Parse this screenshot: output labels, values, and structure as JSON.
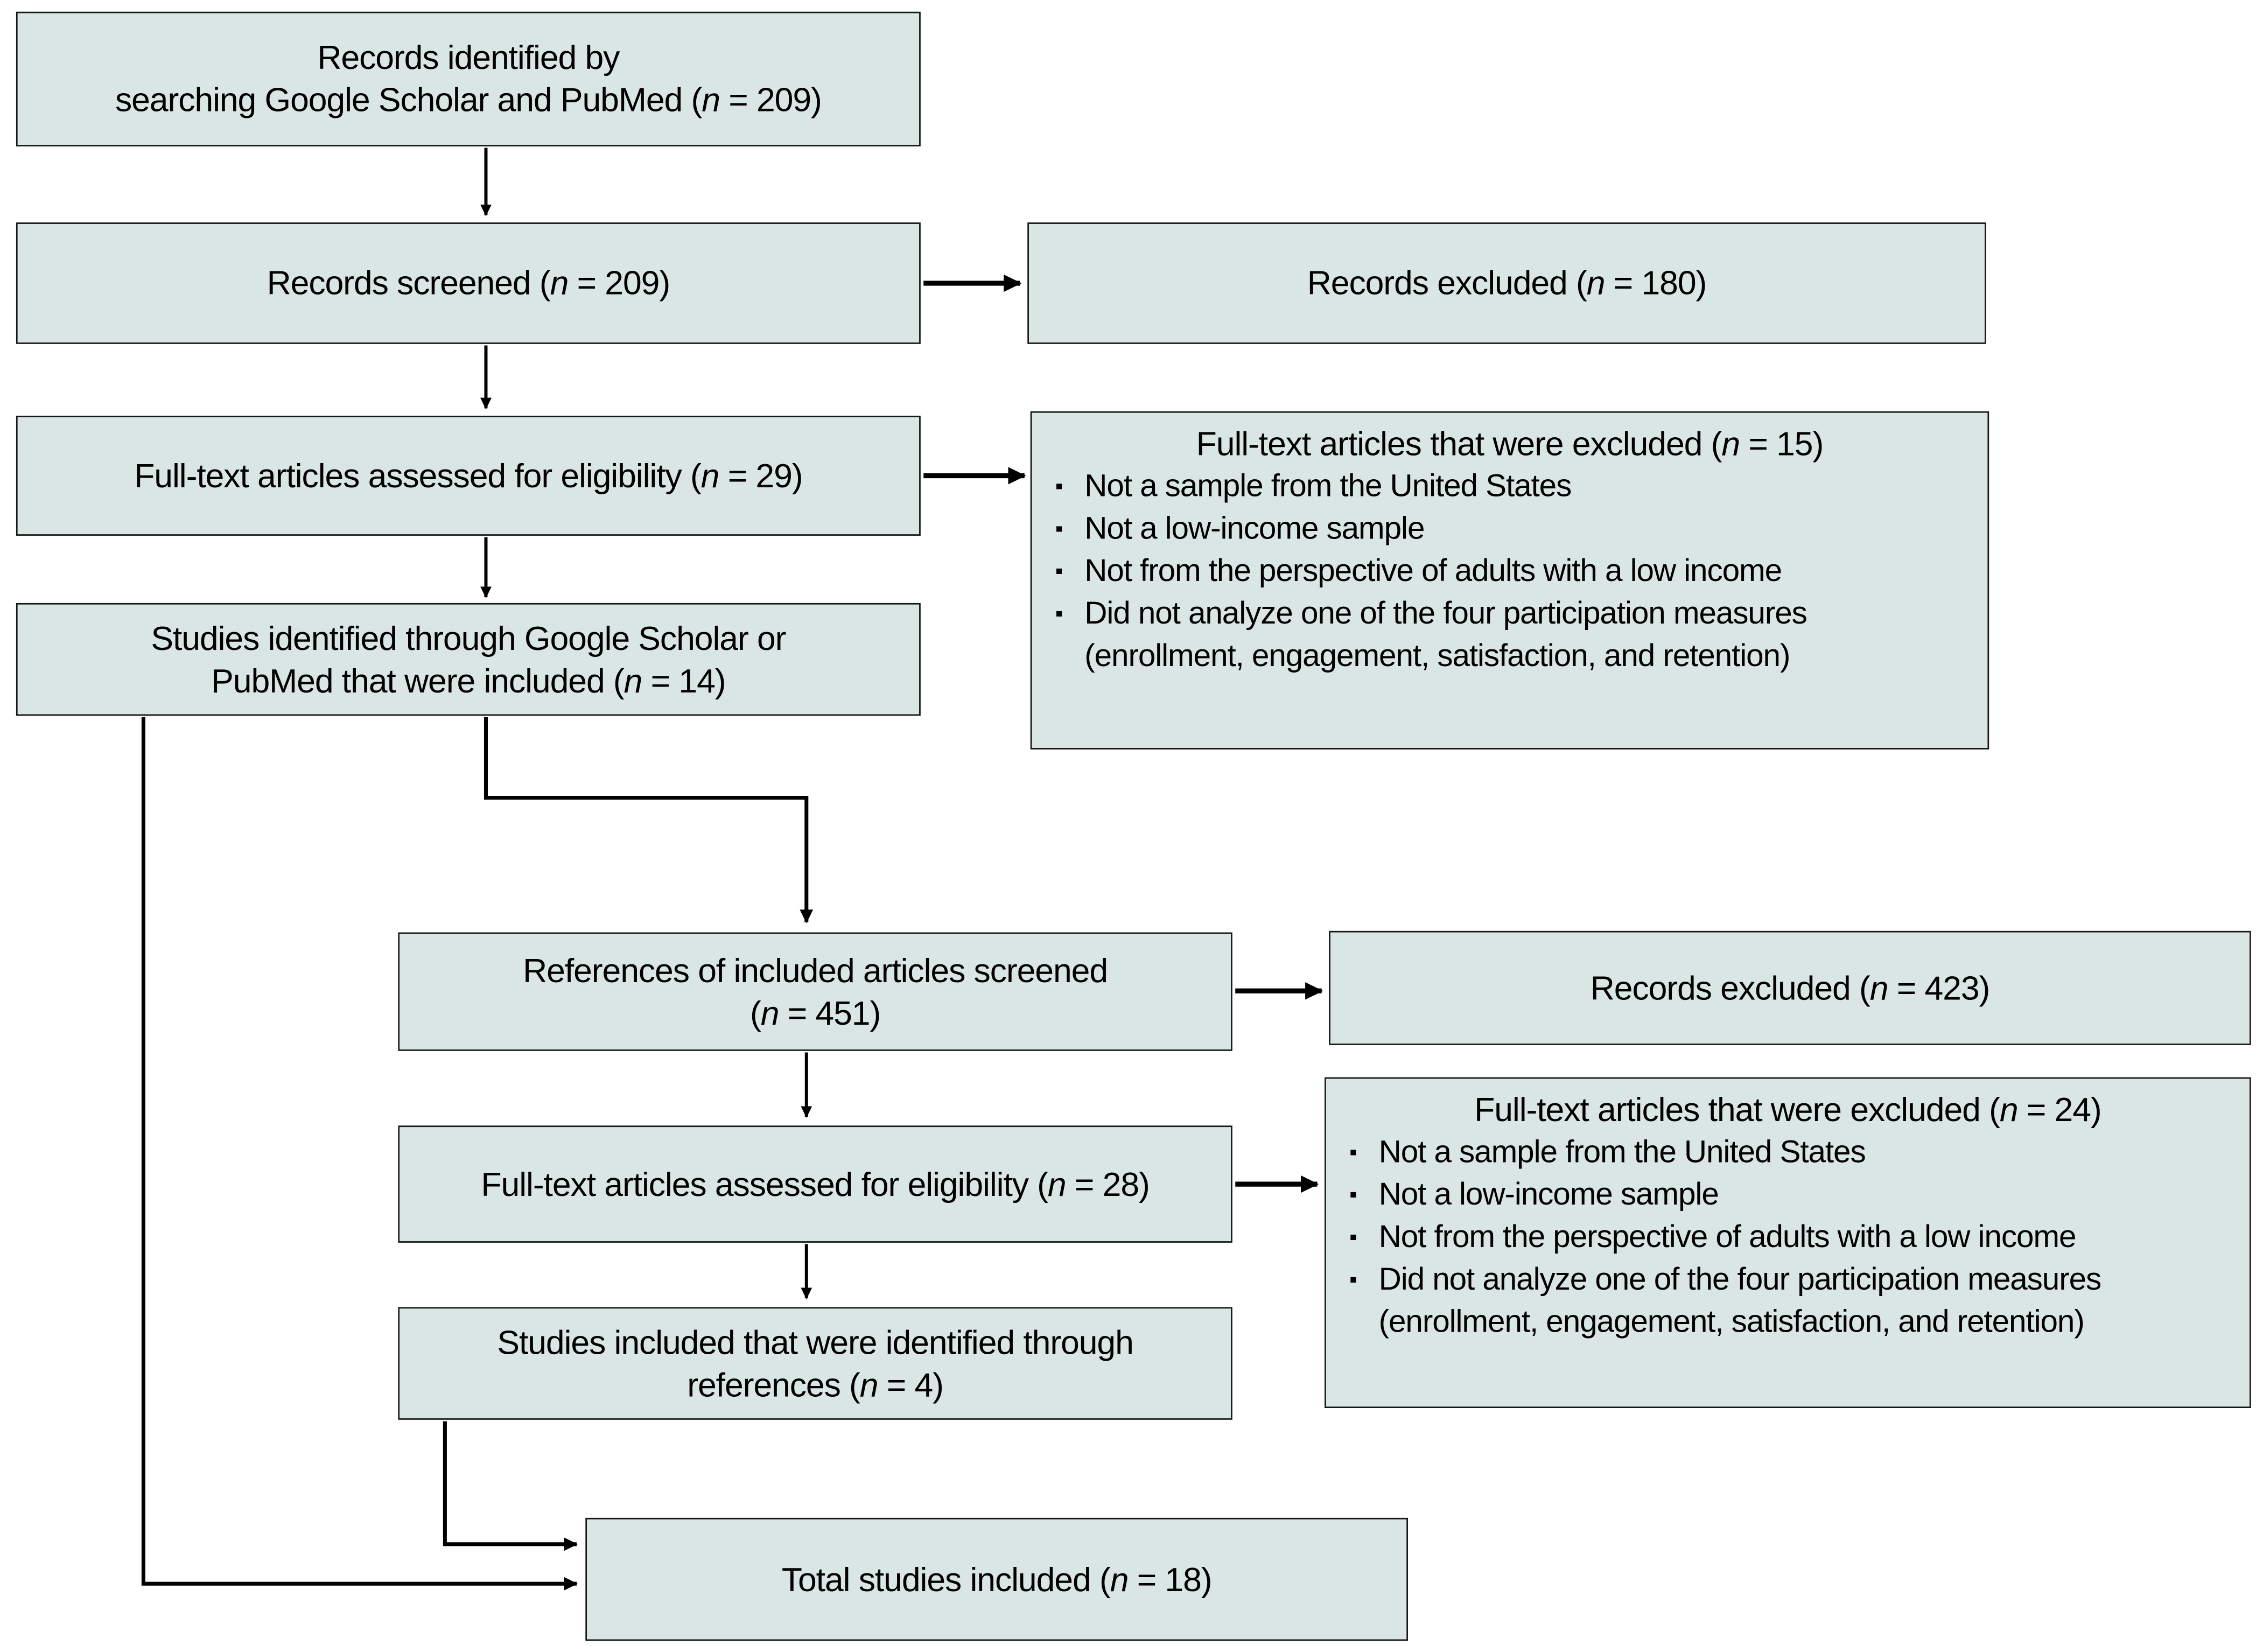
{
  "colors": {
    "box_fill": "#d9e6e4",
    "box_border": "#161616",
    "arrow": "#000000",
    "background": "#ffffff",
    "text": "#000000"
  },
  "glyphs": {
    "bullet": "▪"
  },
  "boxes": {
    "identified": {
      "text": "Records identified by\nsearching Google Scholar and PubMed (n = 209)"
    },
    "screened": {
      "text": "Records screened (n = 209)"
    },
    "records_excluded_1": {
      "text": "Records excluded (n = 180)"
    },
    "fulltext_eligibility_1": {
      "text": "Full-text articles assessed for eligibility (n = 29)"
    },
    "fulltext_excluded_1": {
      "title": "Full-text articles that were excluded (n = 15)",
      "bullets": [
        "Not a sample from the United States",
        "Not a low-income sample",
        "Not from the perspective of adults with a low income",
        "Did not analyze one of the four participation measures\n(enrollment, engagement, satisfaction, and retention)"
      ]
    },
    "studies_included_search": {
      "text": "Studies identified through Google Scholar or\nPubMed that were included (n = 14)"
    },
    "references_screened": {
      "text": "References of included articles screened\n(n = 451)"
    },
    "records_excluded_2": {
      "text": "Records excluded (n = 423)"
    },
    "fulltext_eligibility_2": {
      "text": "Full-text articles assessed for eligibility (n = 28)"
    },
    "fulltext_excluded_2": {
      "title": "Full-text articles that were excluded (n = 24)",
      "bullets": [
        "Not a sample from the United States",
        "Not a low-income sample",
        "Not from the perspective of adults with a low income",
        "Did not analyze one of the four participation measures\n(enrollment, engagement, satisfaction, and retention)"
      ]
    },
    "studies_included_references": {
      "text": "Studies included that were identified through\nreferences (n = 4)"
    },
    "total_included": {
      "text": "Total studies included (n = 18)"
    }
  }
}
